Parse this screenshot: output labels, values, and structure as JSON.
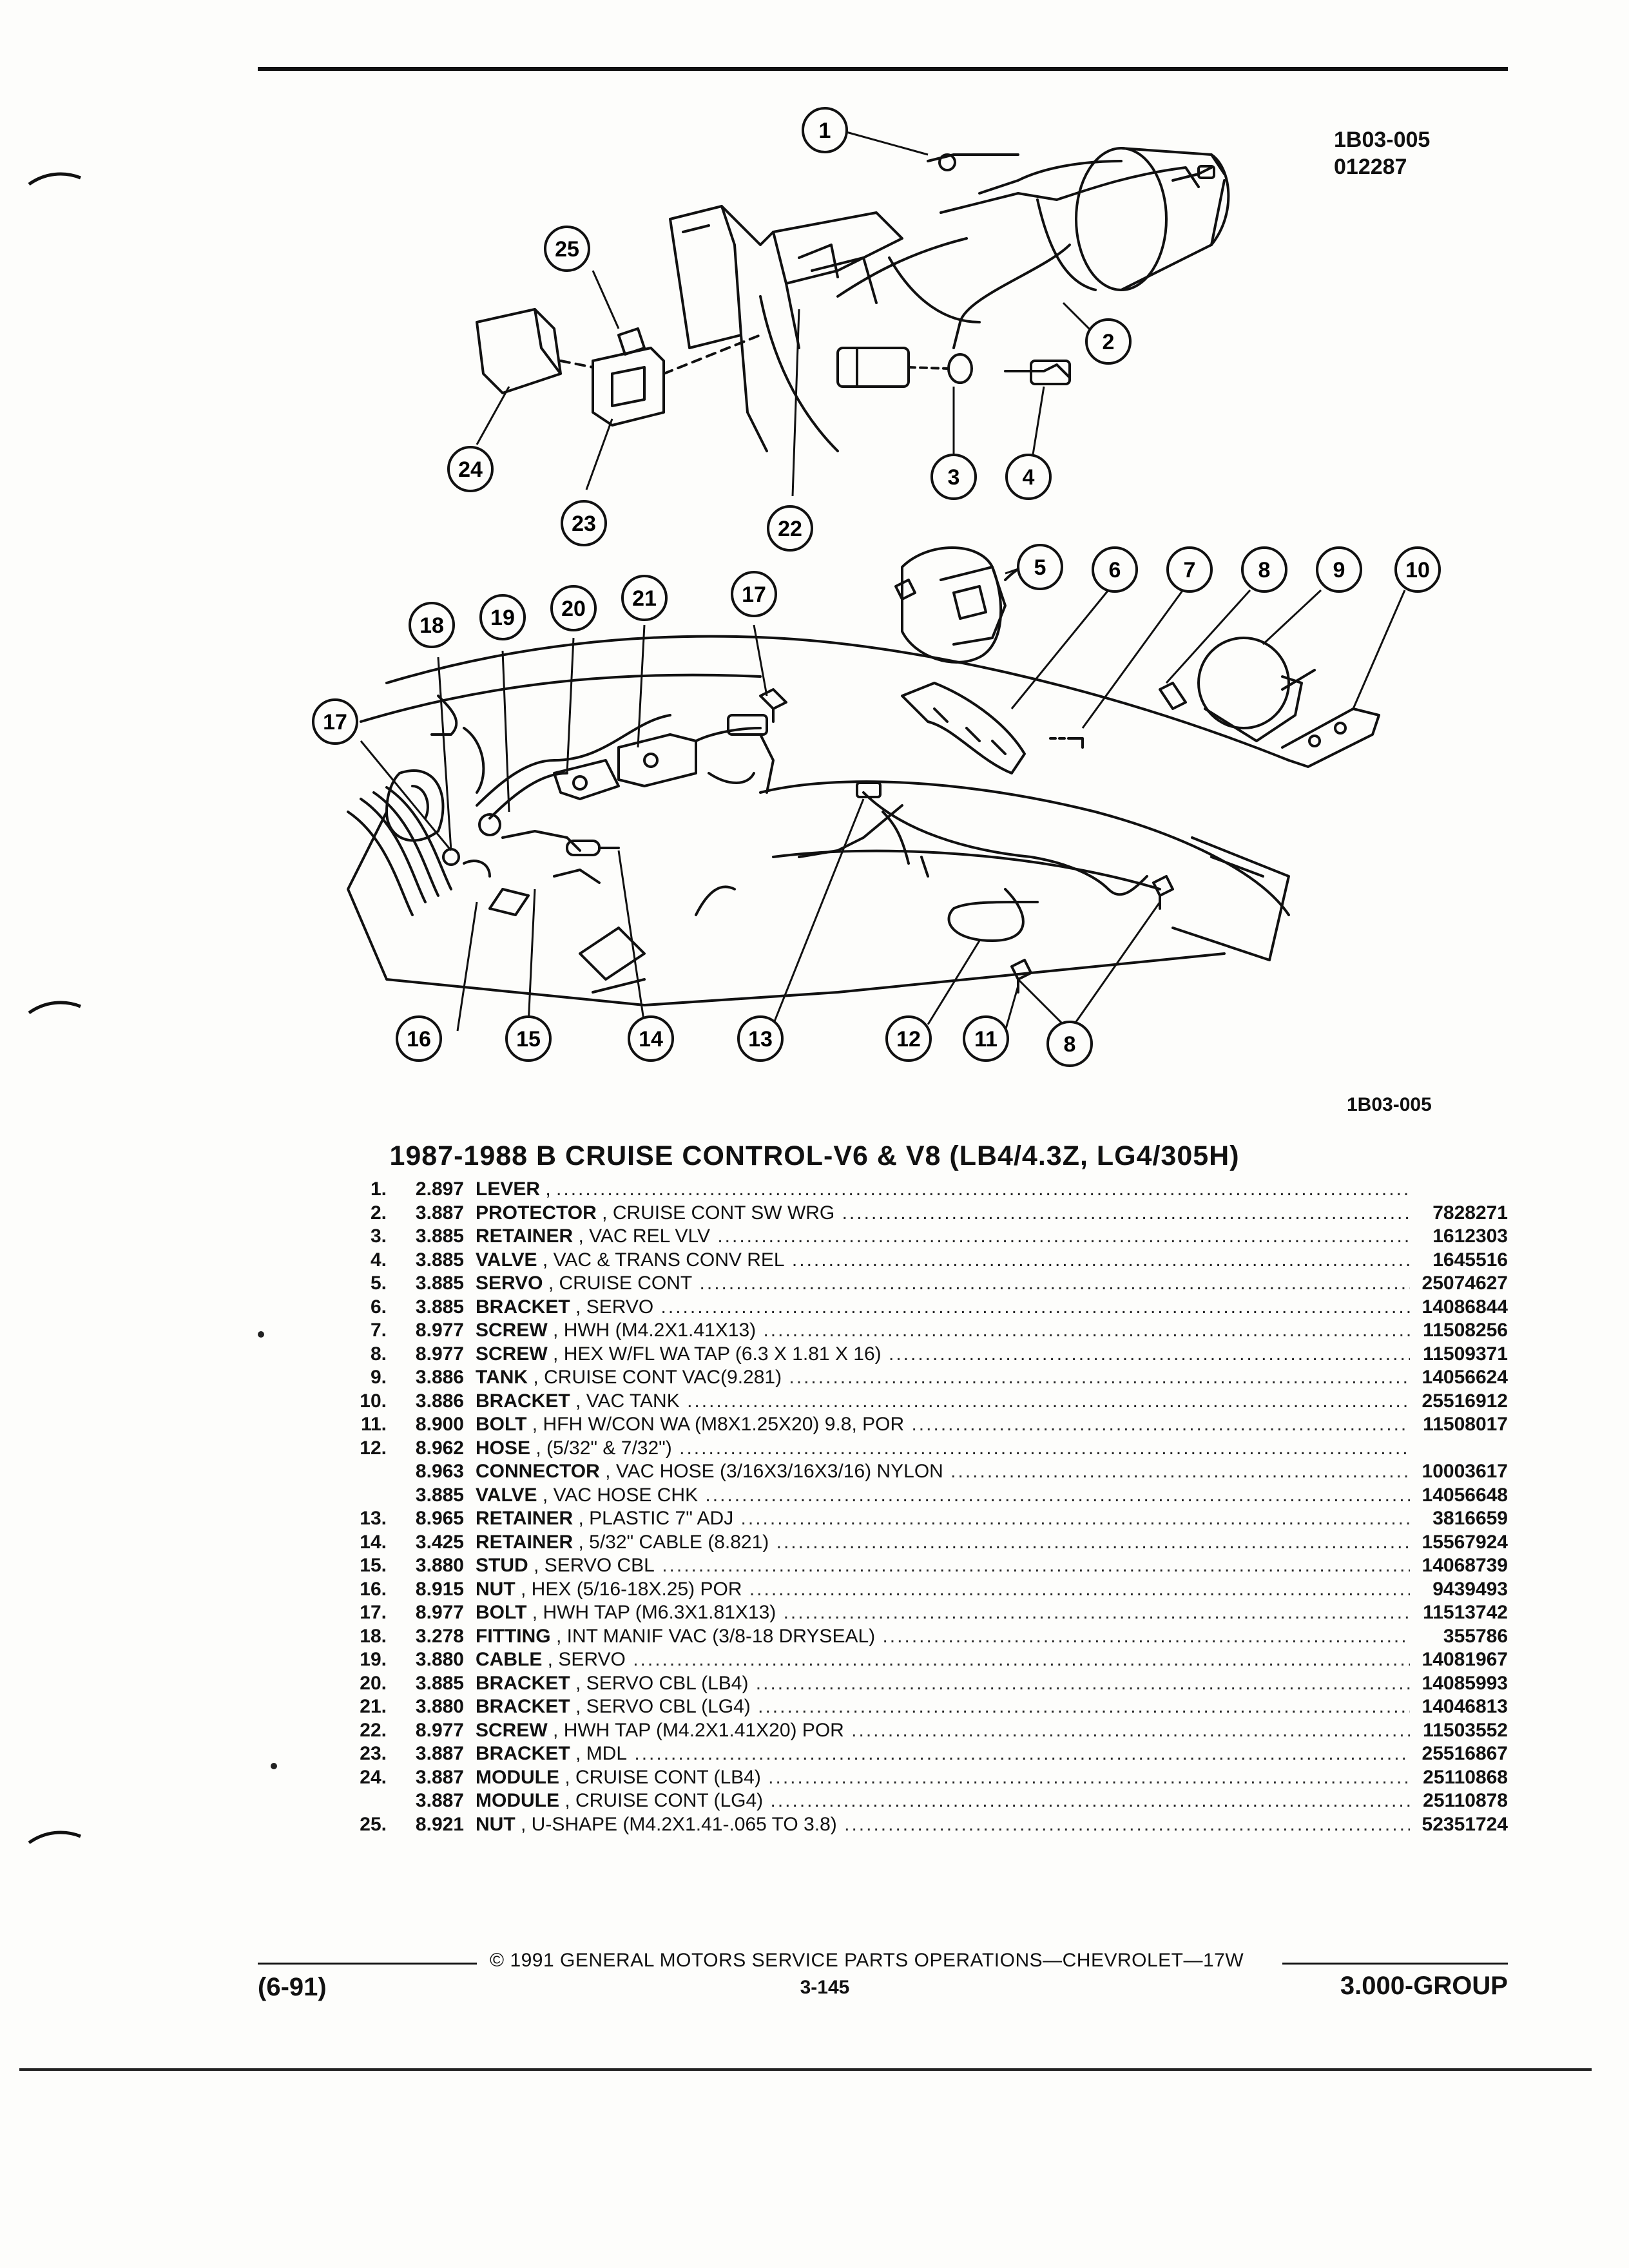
{
  "reference": {
    "code": "1B03-005",
    "date_code": "012287"
  },
  "diagram": {
    "callouts": [
      "1",
      "2",
      "3",
      "4",
      "5",
      "6",
      "7",
      "8",
      "9",
      "10",
      "11",
      "12",
      "13",
      "14",
      "15",
      "16",
      "17",
      "18",
      "19",
      "20",
      "21",
      "22",
      "23",
      "24",
      "25"
    ]
  },
  "caption_code": "1B03-005",
  "title": "1987-1988 B CRUISE CONTROL-V6 & V8 (LB4/4.3Z, LG4/305H)",
  "parts": [
    {
      "num": "1.",
      "group": "2.897",
      "name": "LEVER",
      "detail": "",
      "part_no": ""
    },
    {
      "num": "2.",
      "group": "3.887",
      "name": "PROTECTOR",
      "detail": "CRUISE CONT SW WRG",
      "part_no": "7828271"
    },
    {
      "num": "3.",
      "group": "3.885",
      "name": "RETAINER",
      "detail": "VAC REL VLV",
      "part_no": "1612303"
    },
    {
      "num": "4.",
      "group": "3.885",
      "name": "VALVE",
      "detail": "VAC & TRANS CONV REL",
      "part_no": "1645516"
    },
    {
      "num": "5.",
      "group": "3.885",
      "name": "SERVO",
      "detail": "CRUISE CONT",
      "part_no": "25074627"
    },
    {
      "num": "6.",
      "group": "3.885",
      "name": "BRACKET",
      "detail": "SERVO",
      "part_no": "14086844"
    },
    {
      "num": "7.",
      "group": "8.977",
      "name": "SCREW",
      "detail": "HWH (M4.2X1.41X13)",
      "part_no": "11508256"
    },
    {
      "num": "8.",
      "group": "8.977",
      "name": "SCREW",
      "detail": "HEX W/FL WA TAP (6.3 X 1.81 X 16)",
      "part_no": "11509371"
    },
    {
      "num": "9.",
      "group": "3.886",
      "name": "TANK",
      "detail": "CRUISE CONT VAC(9.281)",
      "part_no": "14056624"
    },
    {
      "num": "10.",
      "group": "3.886",
      "name": "BRACKET",
      "detail": "VAC TANK",
      "part_no": "25516912"
    },
    {
      "num": "11.",
      "group": "8.900",
      "name": "BOLT",
      "detail": "HFH W/CON WA (M8X1.25X20) 9.8, POR",
      "part_no": "11508017"
    },
    {
      "num": "12.",
      "group": "8.962",
      "name": "HOSE",
      "detail": "(5/32\" & 7/32\")",
      "part_no": ""
    },
    {
      "num": "",
      "group": "8.963",
      "name": "CONNECTOR",
      "detail": "VAC HOSE (3/16X3/16X3/16) NYLON",
      "part_no": "10003617"
    },
    {
      "num": "",
      "group": "3.885",
      "name": "VALVE",
      "detail": "VAC HOSE CHK",
      "part_no": "14056648"
    },
    {
      "num": "13.",
      "group": "8.965",
      "name": "RETAINER",
      "detail": "PLASTIC 7\" ADJ",
      "part_no": "3816659"
    },
    {
      "num": "14.",
      "group": "3.425",
      "name": "RETAINER",
      "detail": "5/32\" CABLE (8.821)",
      "part_no": "15567924"
    },
    {
      "num": "15.",
      "group": "3.880",
      "name": "STUD",
      "detail": "SERVO CBL",
      "part_no": "14068739"
    },
    {
      "num": "16.",
      "group": "8.915",
      "name": "NUT",
      "detail": "HEX (5/16-18X.25) POR",
      "part_no": "9439493"
    },
    {
      "num": "17.",
      "group": "8.977",
      "name": "BOLT",
      "detail": "HWH TAP (M6.3X1.81X13)",
      "part_no": "11513742"
    },
    {
      "num": "18.",
      "group": "3.278",
      "name": "FITTING",
      "detail": "INT MANIF VAC (3/8-18 DRYSEAL)",
      "part_no": "355786"
    },
    {
      "num": "19.",
      "group": "3.880",
      "name": "CABLE",
      "detail": "SERVO",
      "part_no": "14081967"
    },
    {
      "num": "20.",
      "group": "3.885",
      "name": "BRACKET",
      "detail": "SERVO CBL (LB4)",
      "part_no": "14085993"
    },
    {
      "num": "21.",
      "group": "3.880",
      "name": "BRACKET",
      "detail": "SERVO CBL (LG4)",
      "part_no": "14046813"
    },
    {
      "num": "22.",
      "group": "8.977",
      "name": "SCREW",
      "detail": "HWH TAP (M4.2X1.41X20) POR",
      "part_no": "11503552"
    },
    {
      "num": "23.",
      "group": "3.887",
      "name": "BRACKET",
      "detail": "MDL",
      "part_no": "25516867"
    },
    {
      "num": "24.",
      "group": "3.887",
      "name": "MODULE",
      "detail": "CRUISE CONT (LB4)",
      "part_no": "25110868"
    },
    {
      "num": "",
      "group": "3.887",
      "name": "MODULE",
      "detail": "CRUISE CONT (LG4)",
      "part_no": "25110878"
    },
    {
      "num": "25.",
      "group": "8.921",
      "name": "NUT",
      "detail": "U-SHAPE (M4.2X1.41-.065 TO 3.8)",
      "part_no": "52351724"
    }
  ],
  "footer": {
    "copyright": "© 1991 GENERAL MOTORS SERVICE PARTS OPERATIONS—CHEVROLET—17W",
    "date": "(6-91)",
    "page": "3-145",
    "group": "3.000-GROUP"
  }
}
